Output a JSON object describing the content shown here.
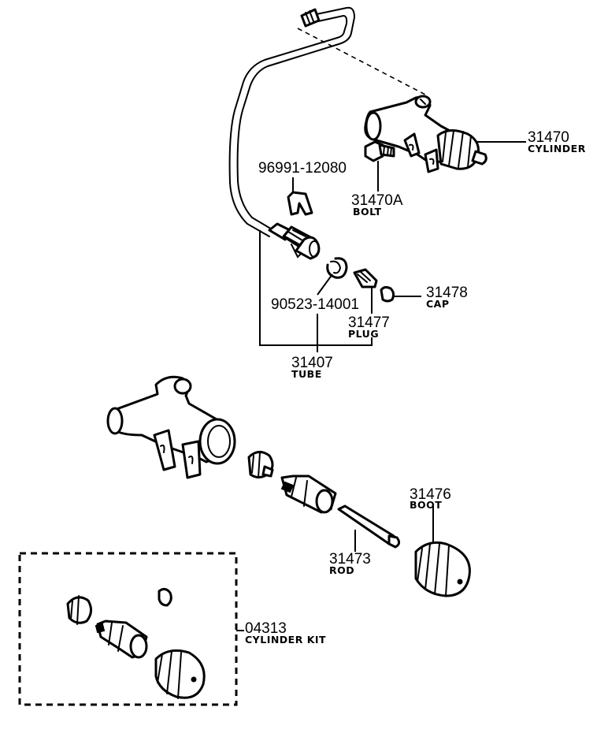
{
  "parts": {
    "cylinder": {
      "number": "31470",
      "name": "CYLINDER"
    },
    "clip": {
      "number": "96991-12080"
    },
    "bolt": {
      "number": "31470A",
      "name": "BOLT"
    },
    "cap": {
      "number": "31478",
      "name": "CAP"
    },
    "snap_ring": {
      "number": "90523-14001"
    },
    "plug": {
      "number": "31477",
      "name": "PLUG"
    },
    "tube": {
      "number": "31407",
      "name": "TUBE"
    },
    "boot": {
      "number": "31476",
      "name": "BOOT"
    },
    "rod": {
      "number": "31473",
      "name": "ROD"
    },
    "cylinder_kit": {
      "number": "04313",
      "name": "CYLINDER KIT"
    }
  }
}
